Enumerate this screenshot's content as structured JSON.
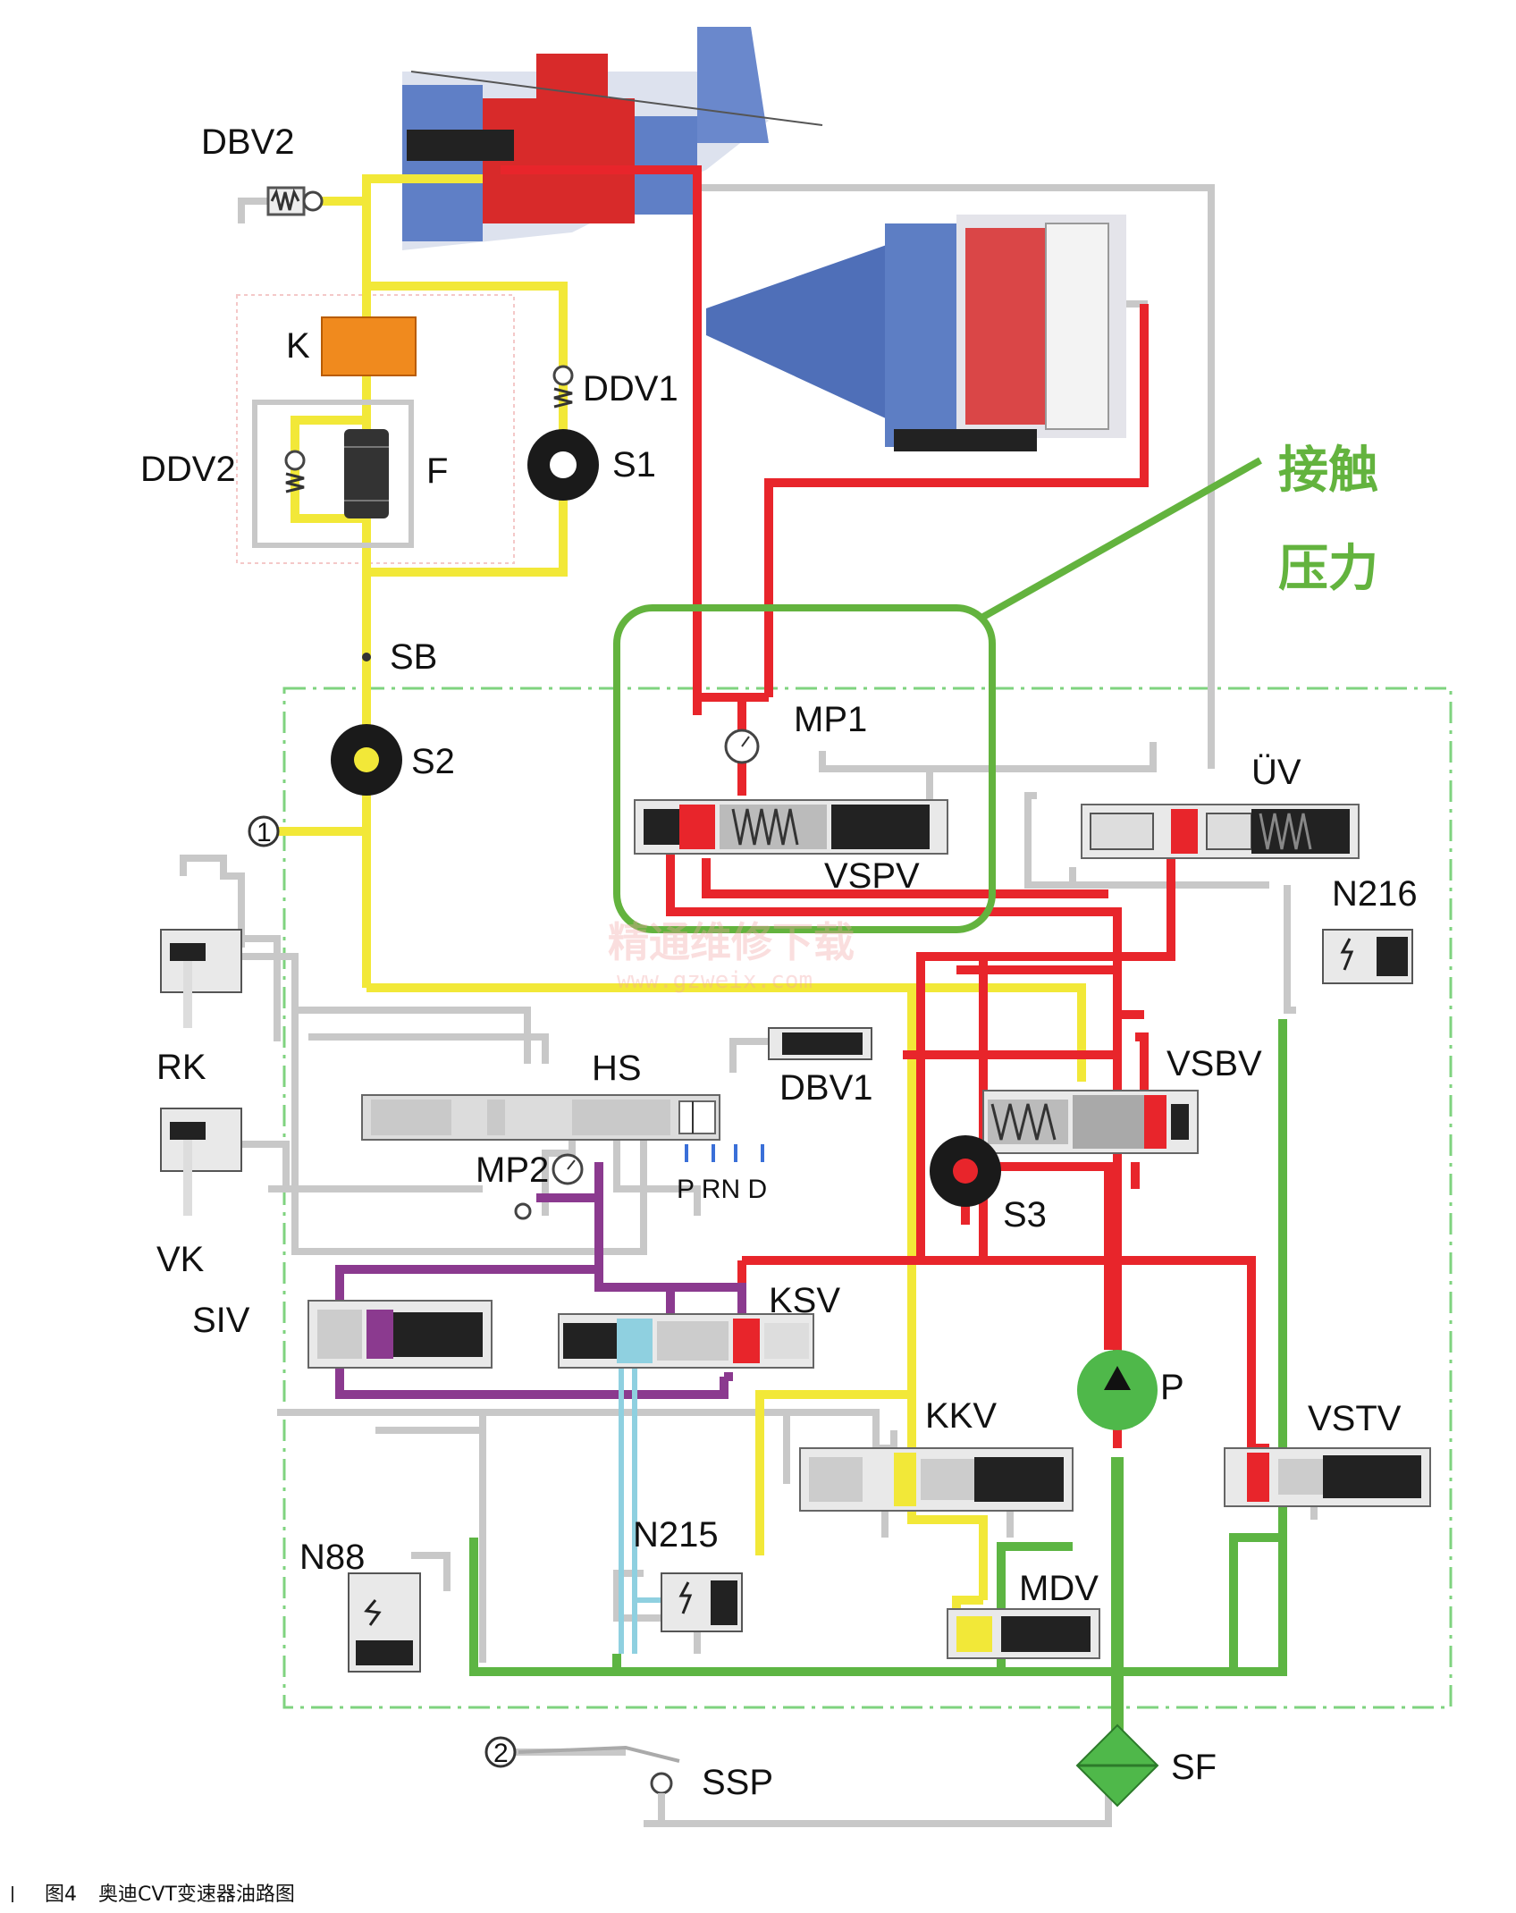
{
  "colors": {
    "red": "#e8252b",
    "yellow": "#f2e838",
    "green": "#5db543",
    "purple": "#8b3a8f",
    "cyan": "#8fd0e0",
    "grey": "#c8c8c8",
    "highlight": "#63b33e",
    "pump": "#4fb84a",
    "blue": "#5f7fc6",
    "orange": "#f08a1e"
  },
  "labels": {
    "dbv2": "DBV2",
    "k": "K",
    "ddv1": "DDV1",
    "ddv2": "DDV2",
    "f": "F",
    "s1": "S1",
    "sb": "SB",
    "s2": "S2",
    "circle1": "1",
    "mp1": "MP1",
    "vspv": "VSPV",
    "uv": "ÜV",
    "n216": "N216",
    "rk": "RK",
    "hs": "HS",
    "dbv1": "DBV1",
    "vsbv": "VSBV",
    "mp2": "MP2",
    "prnd": "P RN D",
    "vk": "VK",
    "s3": "S3",
    "siv": "SIV",
    "ksv": "KSV",
    "p": "P",
    "kkv": "KKV",
    "vstv": "VSTV",
    "n88": "N88",
    "n215": "N215",
    "mdv": "MDV",
    "circle2": "2",
    "ssp": "SSP",
    "sf": "SF"
  },
  "callout": {
    "line1": "接触",
    "line2": "压力"
  },
  "watermark": {
    "title": "精通维修下载",
    "url": "www.gzweix.com"
  },
  "caption": {
    "fig": "图4",
    "text": "奥迪CVT变速器油路图"
  }
}
